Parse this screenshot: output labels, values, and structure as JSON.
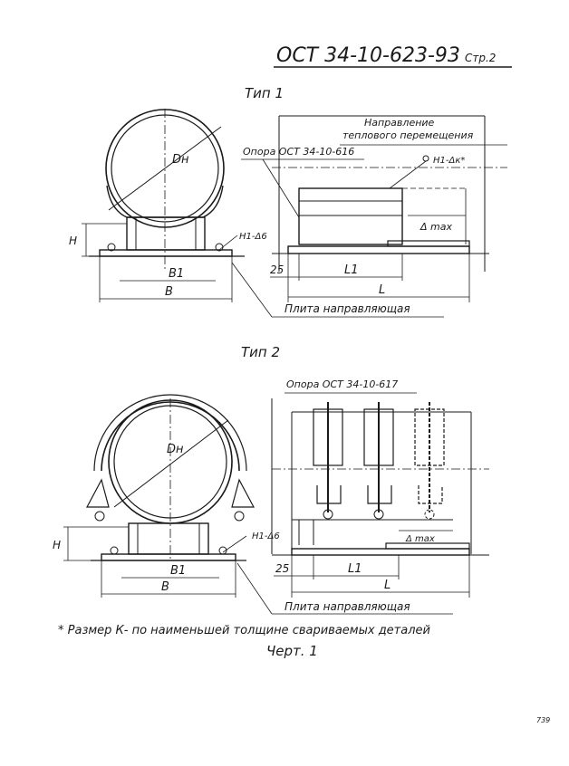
{
  "header": {
    "standard": "ОСТ 34-10-623-93",
    "page": "Стр.2"
  },
  "type1": {
    "title": "Тип 1",
    "label_dn": "Dн",
    "label_h": "H",
    "label_weld": "Н1-Δ6",
    "label_b1": "B1",
    "label_b": "B",
    "label_support": "Опора ОСТ 34-10-616",
    "label_direction_1": "Направление",
    "label_direction_2": "теплового перемещения",
    "label_weld_k": "Н1-Δк*",
    "label_dmax": "Δ max",
    "label_25": "25",
    "label_l1": "L1",
    "label_l": "L",
    "label_plate": "Плита направляющая"
  },
  "type2": {
    "title": "Тип 2",
    "label_dn": "Dн",
    "label_h": "H",
    "label_weld": "Н1-Δ6",
    "label_b1": "B1",
    "label_b": "B",
    "label_support": "Опора ОСТ 34-10-617",
    "label_dmax": "Δ max",
    "label_25": "25",
    "label_l1": "L1",
    "label_l": "L",
    "label_plate": "Плита направляющая"
  },
  "footnote": "* Размер К- по наименьшей толщине свариваемых деталей",
  "caption": "Черт. 1",
  "corner_mark": "739"
}
